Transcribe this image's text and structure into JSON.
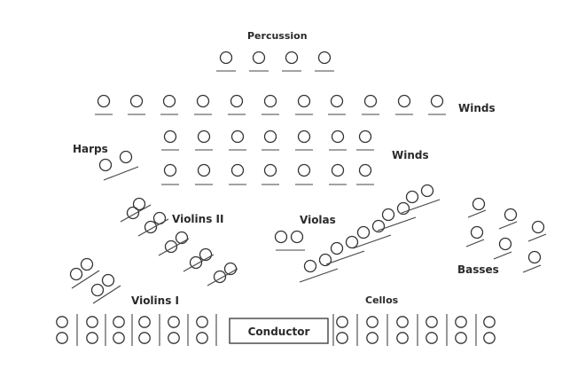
{
  "labels": {
    "percussion": "Percussion",
    "winds_top": "Winds",
    "winds_middle": "Winds",
    "harps": "Harps",
    "violins_ii": "Violins II",
    "violas": "Violas",
    "basses": "Basses",
    "violins_i": "Violins I",
    "cellos": "Cellos",
    "conductor": "Conductor"
  }
}
